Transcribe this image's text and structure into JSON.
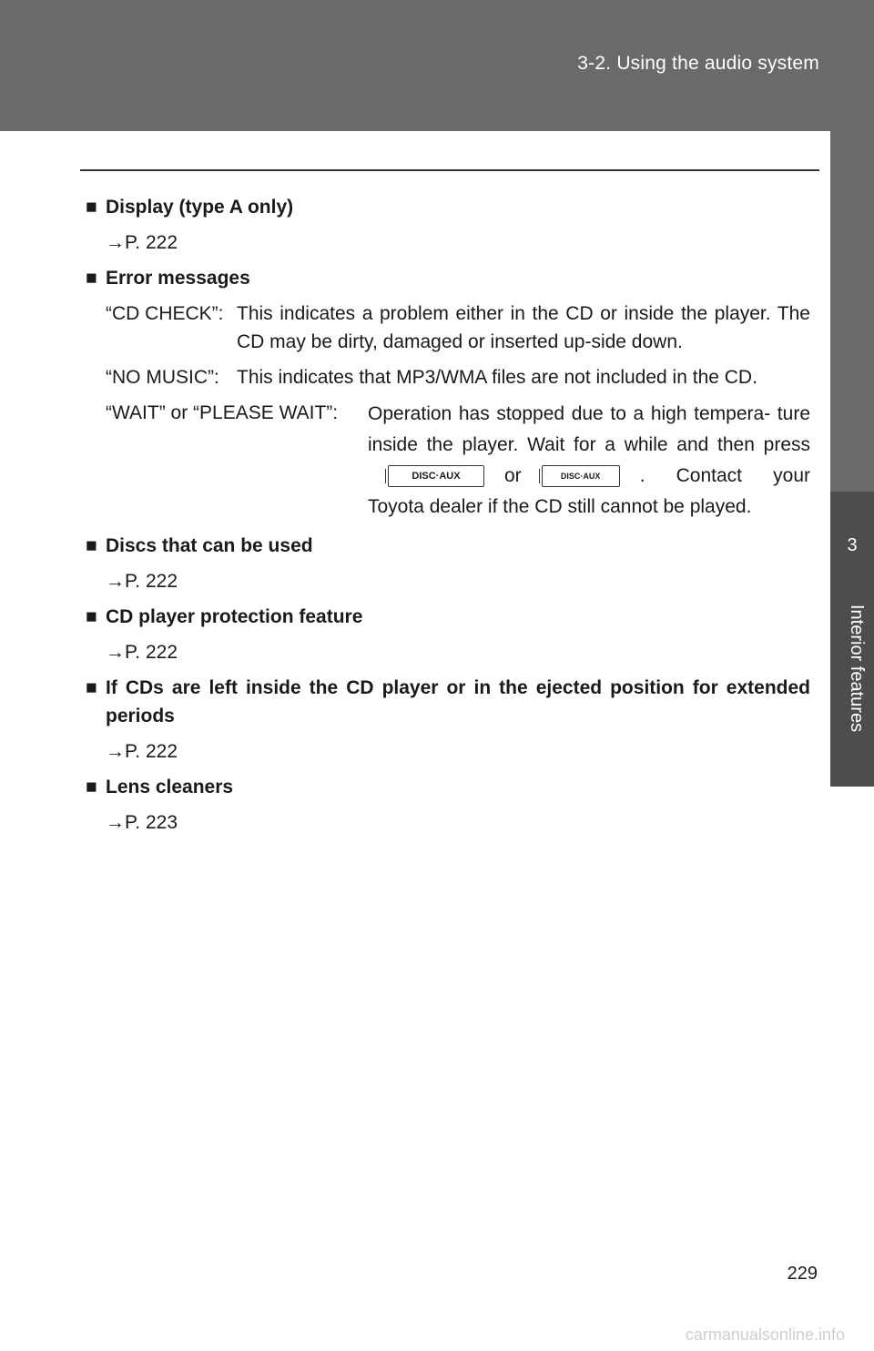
{
  "header": {
    "title": "3-2. Using the audio system"
  },
  "side_tab": {
    "number": "3",
    "label": "Interior features"
  },
  "bullet": "■",
  "sections": {
    "display": {
      "title": "Display (type A only)",
      "ref": "→P. 222"
    },
    "errors": {
      "title": "Error messages",
      "cd_check": {
        "term": "“CD CHECK”:",
        "desc": "This indicates a problem either in the CD or inside the player. The CD may be dirty, damaged or inserted up-side down."
      },
      "no_music": {
        "term": "“NO MUSIC”:",
        "desc": "This indicates that MP3/WMA files are not included in the CD."
      },
      "wait": {
        "term": "“WAIT” or “PLEASE WAIT”:",
        "desc_a": "Operation has stopped due to a high tempera- ture inside the player. Wait for a while and then press",
        "btn1": "DISC·AUX",
        "or": "or",
        "btn2": "DISC·AUX",
        "desc_b": ". Contact your Toyota dealer if the CD still cannot be played."
      }
    },
    "discs": {
      "title": "Discs that can be used",
      "ref": "→P. 222"
    },
    "protection": {
      "title": "CD player protection feature",
      "ref": "→P. 222"
    },
    "left_inside": {
      "title": "If CDs are left inside the CD player or in the ejected position for extended periods",
      "ref": "→P. 222"
    },
    "lens": {
      "title": "Lens cleaners",
      "ref": "→P. 223"
    }
  },
  "page_number": "229",
  "watermark": "carmanualsonline.info"
}
